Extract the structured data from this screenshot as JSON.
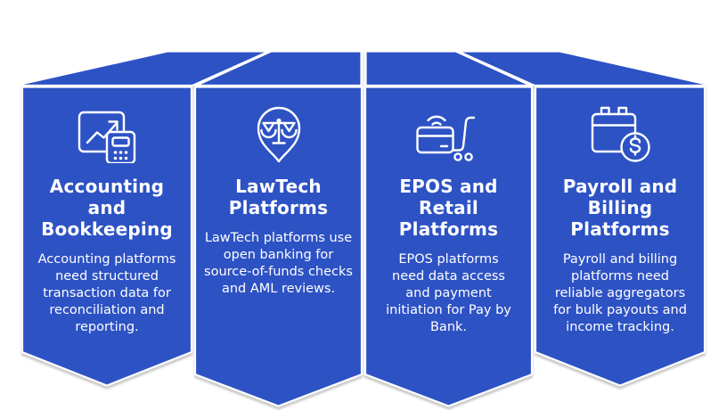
{
  "colors": {
    "banner": "#2d52c4",
    "text": "#ffffff",
    "separator": "#ffffff",
    "shadow": "#9a9a9a"
  },
  "banners": [
    {
      "icon": "line-chart-calculator-icon",
      "title": "Accounting and Bookkeeping",
      "title_lines": [
        "Accounting",
        "and",
        "Bookkeeping"
      ],
      "description": "Accounting platforms need structured transaction data for reconciliation and reporting."
    },
    {
      "icon": "scales-of-justice-pin-icon",
      "title": "LawTech Platforms",
      "title_lines": [
        "LawTech",
        "Platforms"
      ],
      "description": "LawTech platforms use open banking for source-of-funds checks and AML reviews."
    },
    {
      "icon": "contactless-card-cart-icon",
      "title": "EPOS and Retail Platforms",
      "title_lines": [
        "EPOS and",
        "Retail",
        "Platforms"
      ],
      "description": "EPOS platforms need data access and payment initiation for Pay by Bank."
    },
    {
      "icon": "calendar-dollar-icon",
      "title": "Payroll and Billing Platforms",
      "title_lines": [
        "Payroll and",
        "Billing",
        "Platforms"
      ],
      "description": "Payroll and billing platforms need reliable aggregators for bulk payouts and income tracking."
    }
  ]
}
